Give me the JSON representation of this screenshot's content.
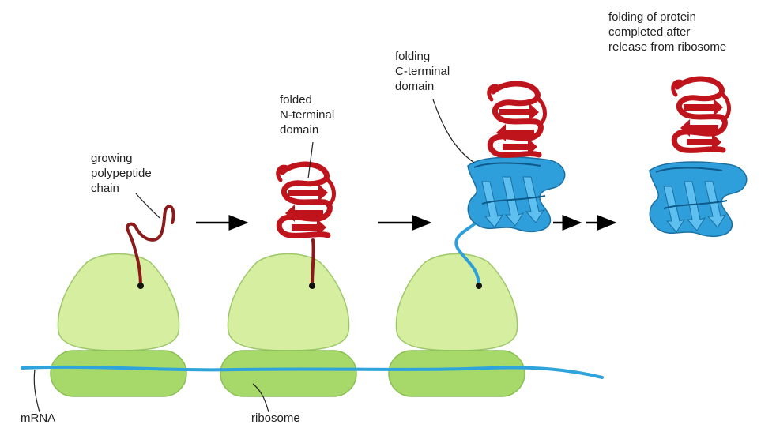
{
  "labels": {
    "growing": [
      "growing",
      "polypeptide",
      "chain"
    ],
    "folded_n": [
      "folded",
      "N-terminal",
      "domain"
    ],
    "folding_c": [
      "folding",
      "C-terminal",
      "domain"
    ],
    "completed": [
      "folding of protein",
      "completed after",
      "release from ribosome"
    ],
    "mrna": "mRNA",
    "ribosome": "ribosome"
  },
  "colors": {
    "ribosome_large": "#d6ee9f",
    "ribosome_small": "#a6d96a",
    "ribosome_outline": "#9cc86a",
    "mrna": "#2ea3dc",
    "n_domain": "#c0141c",
    "c_domain": "#2f9fdc",
    "nascent_chain": "#8b1a1a",
    "arrow": "#000000"
  },
  "icons": [
    "ribosome-icon",
    "n-terminal-domain-icon",
    "c-terminal-domain-icon",
    "arrow-right-icon"
  ]
}
